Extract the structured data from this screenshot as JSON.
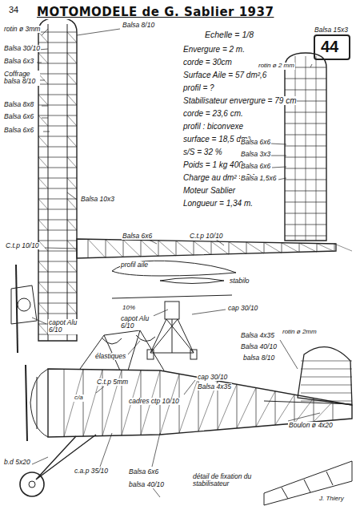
{
  "diagram": {
    "title": "MOTOMODELE de G. Sablier 1937",
    "labels": [
      "34",
      "Echelle = 1/8",
      "rotin ø 3mm",
      "Balsa 8/10",
      "Balsa 30/10",
      "Balsa 6x3",
      "Coffrage balsa 8/10",
      "Balsa 8x8",
      "Balsa 6x6",
      "Balsa 6x6",
      "Envergure = 2 m.",
      "corde = 30cm",
      "Surface Aile = 57 dm²,6",
      "profil = ?",
      "Stabilisateur envergure = 79 cm",
      "corde = 23,6 cm.",
      "profil : biconvexe",
      "surface = 18,5 dm²",
      "s/S = 32 %",
      "Poids = 1 kg 400",
      "Charge au dm² = 24",
      "Moteur Sablier",
      "Longueur = 1,34 m.",
      "44",
      "Balsa 15x3",
      "rotin ø 2 mm",
      "Balsa 6x6",
      "Balsa 3x3",
      "Balsa 6x6",
      "Balsa 1,5x6",
      "Balsa 10x3",
      "C.t.p 10/10",
      "Balsa 6x6",
      "C.t.p 10/10",
      "profil aile",
      "stabilo",
      "10%",
      "cap 30/10",
      "capot Alu 6/10",
      "capot Alu 6/10",
      "élastiques",
      "Balsa 4x35",
      "rotin ø 2mm",
      "Balsa 40/10",
      "balsa 8/10",
      "cap 30/10",
      "Balsa 4x35",
      "C.t.p 5mm",
      "c/a",
      "cadres ctp 10/10",
      "Boulon ø 4x20",
      "b.d 5x20",
      "c.a.p 35/10",
      "Balsa 6x6",
      "balsa 40/10",
      "détail de fixation du stabilisateur",
      "J. Thiery"
    ]
  }
}
